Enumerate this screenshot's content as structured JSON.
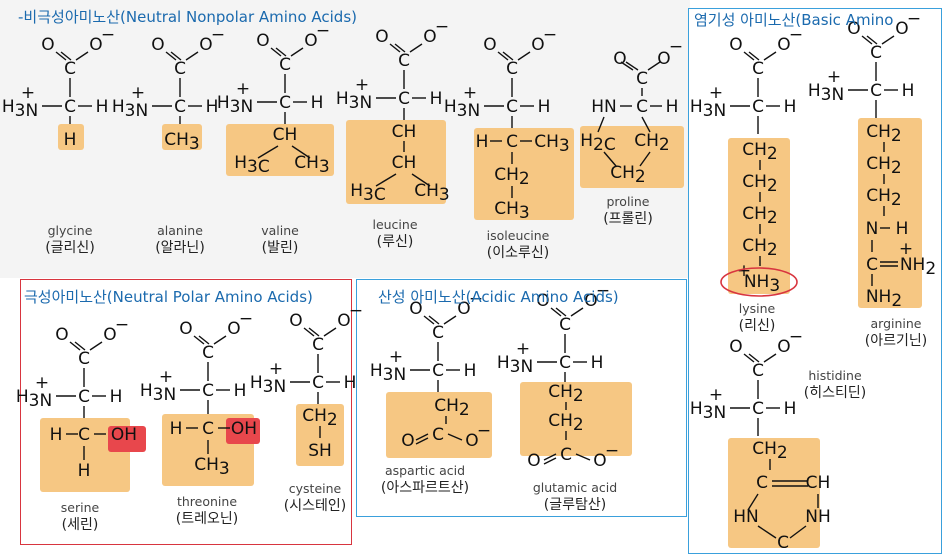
{
  "groups": {
    "nonpolar": {
      "title": "-비극성아미노산(Neutral Nonpolar Amino Acids)"
    },
    "polar": {
      "title": "극성아미노산(Neutral Polar Amino Acids)"
    },
    "acidic": {
      "title": "산성 아미노산(Acidic Amino Acids)"
    },
    "basic": {
      "title": "염기성 아미노산(Basic Amino"
    }
  },
  "amino_acids": [
    {
      "en": "glycine",
      "ko": "(글리신)"
    },
    {
      "en": "alanine",
      "ko": "(알라닌)"
    },
    {
      "en": "valine",
      "ko": "(발린)"
    },
    {
      "en": "leucine",
      "ko": "(루신)"
    },
    {
      "en": "isoleucine",
      "ko": "(이소루신)"
    },
    {
      "en": "proline",
      "ko": "(프롤린)"
    },
    {
      "en": "lysine",
      "ko": "(리신)"
    },
    {
      "en": "arginine",
      "ko": "(아르기닌)"
    },
    {
      "en": "histidine",
      "ko": "(히스티딘)"
    },
    {
      "en": "serine",
      "ko": "(세린)"
    },
    {
      "en": "threonine",
      "ko": "(트레오닌)"
    },
    {
      "en": "cysteine",
      "ko": "(시스테인)"
    },
    {
      "en": "aspartic acid",
      "ko": "(아스파르트산)"
    },
    {
      "en": "glutamic acid",
      "ko": "(글루탐산)"
    }
  ],
  "colors": {
    "side_chain": "#f6c783",
    "hydroxyl": "#e8474c",
    "box_blue": "#3aa0dc",
    "box_red": "#d8353f",
    "title": "#1b6aae"
  }
}
